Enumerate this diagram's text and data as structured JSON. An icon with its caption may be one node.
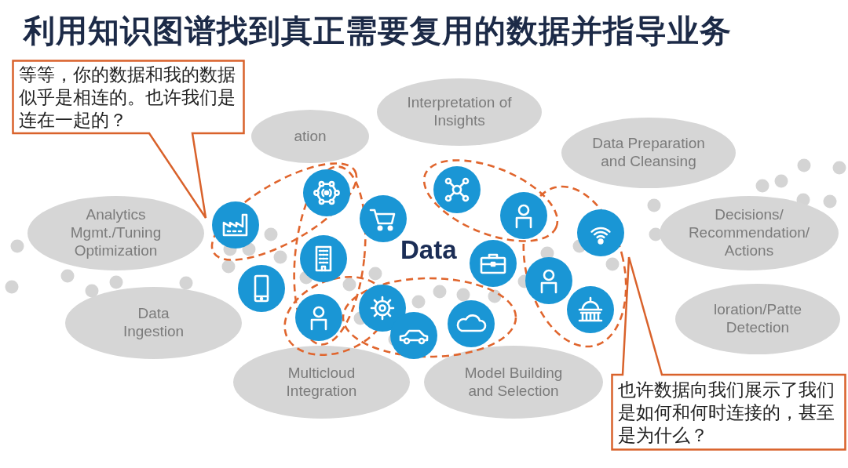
{
  "diagram": {
    "title": "利用知识图谱找到真正需要复用的数据并指导业务",
    "nodes": [
      {
        "text": [
          "等等，你的数据和我的数据似乎是相连的。也许我们是连在一起的？"
        ]
      },
      {
        "text": [
          "Interpretation of Insights"
        ]
      },
      {
        "text": [
          "ation"
        ]
      },
      {
        "text": [
          "Data Preparation and Cleansing"
        ]
      },
      {
        "text": [
          "Analytics Mgmt./Tuning Optimization"
        ]
      },
      {
        "text": [
          "Decisions/ Recommendation/ Actions"
        ]
      },
      {
        "text": [
          "Data Ingestion"
        ]
      },
      {
        "text": [
          "loration/Patte Detection"
        ]
      },
      {
        "text": [
          "Multicloud Integration"
        ]
      },
      {
        "text": [
          "Model Building and Selection"
        ]
      },
      {
        "text": [
          "也许数据向我们展示了我们是如何和何时连接的，甚至是为什么？"
        ]
      }
    ],
    "labels": [
      "Data"
    ]
  }
}
